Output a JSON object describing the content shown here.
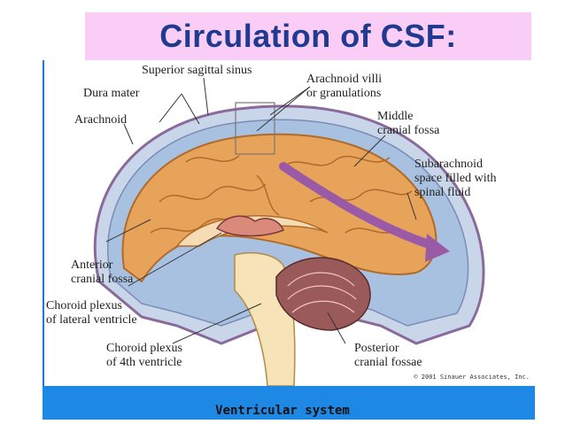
{
  "title": "Circulation of CSF:",
  "labels": {
    "superior_sagittal_sinus": "Superior sagittal sinus",
    "dura_mater": "Dura mater",
    "arachnoid_villi_1": "Arachnoid villi",
    "arachnoid_villi_2": "or granulations",
    "arachnoid": "Arachnoid",
    "middle_fossa_1": "Middle",
    "middle_fossa_2": "cranial fossa",
    "subarachnoid_1": "Subarachnoid",
    "subarachnoid_2": "space filled with",
    "subarachnoid_3": "spinal fluid",
    "anterior_fossa_1": "Anterior",
    "anterior_fossa_2": "cranial fossa",
    "choroid_lateral_1": "Choroid plexus",
    "choroid_lateral_2": "of lateral ventricle",
    "choroid_4th_1": "Choroid plexus",
    "choroid_4th_2": "of 4th ventricle",
    "posterior_fossa_1": "Posterior",
    "posterior_fossa_2": "cranial fossae"
  },
  "copyright": "© 2001 Sinauer Associates, Inc.",
  "caption": "Ventricular system",
  "colors": {
    "title_bg": "#f9cdf6",
    "title_text": "#203a8f",
    "caption_bar": "#1e88e5",
    "brain": "#e7a35a",
    "csf": "#a9c1e0",
    "arrow": "#9b5aa6"
  }
}
